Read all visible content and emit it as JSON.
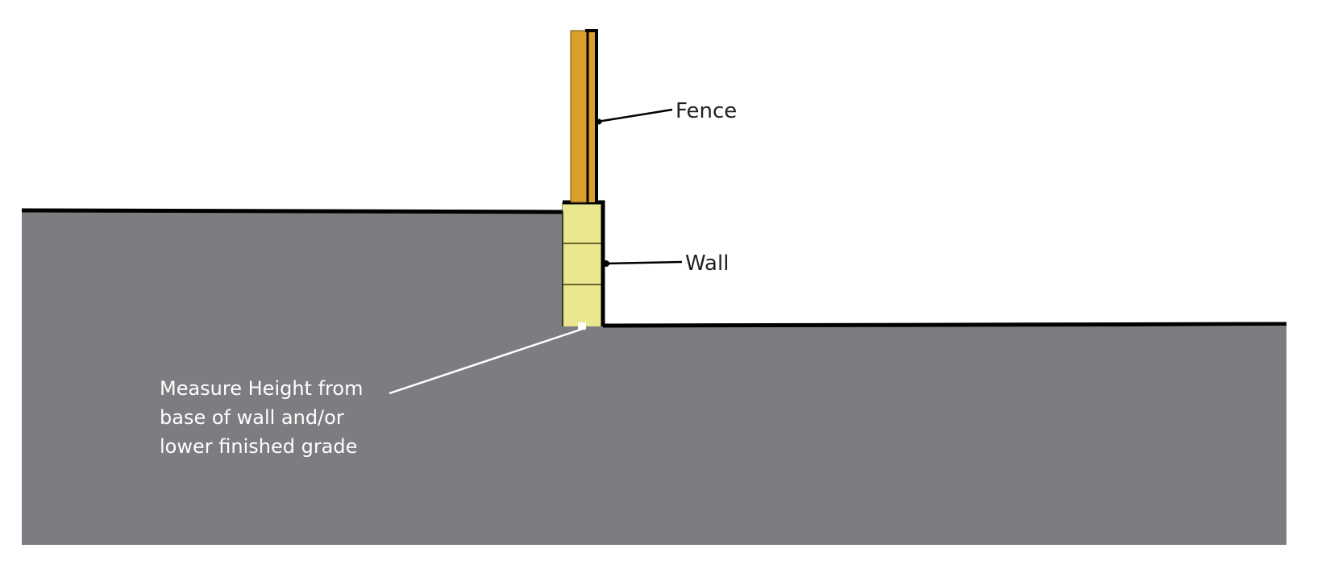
{
  "diagram": {
    "labels": {
      "fence": "Fence",
      "wall": "Wall",
      "measure_note": [
        "Measure Height from",
        "base of wall and/or",
        "lower finished grade"
      ]
    },
    "colors": {
      "ground": "#7b7d80",
      "ground_outline": "#000000",
      "wall_fill": "#ebe78f",
      "wall_course_line": "#6b6330",
      "fence_fill": "#dba02b",
      "fence_outline": "#000000",
      "leader_dark": "#000000",
      "leader_light": "#ffffff",
      "label_dark": "#231f20",
      "label_light": "#ffffff",
      "background": "#ffffff"
    }
  }
}
